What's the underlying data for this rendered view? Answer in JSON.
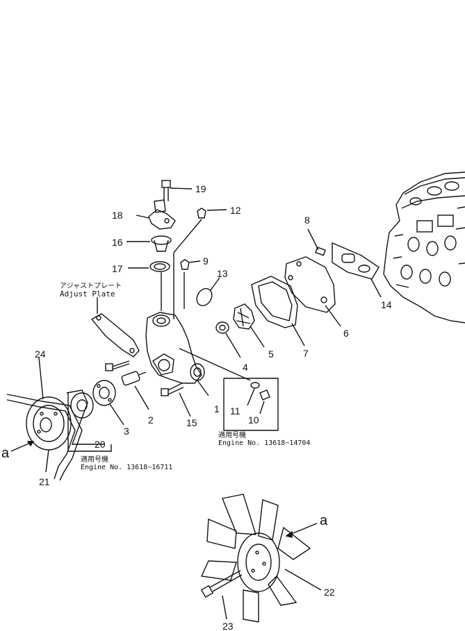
{
  "callouts": {
    "n1": "1",
    "n2": "2",
    "n3": "3",
    "n4": "4",
    "n5": "5",
    "n6": "6",
    "n7": "7",
    "n8": "8",
    "n9": "9",
    "n10": "10",
    "n11": "11",
    "n12": "12",
    "n13": "13",
    "n14": "14",
    "n15": "15",
    "n16": "16",
    "n17": "17",
    "n18": "18",
    "n19": "19",
    "n20": "20",
    "n21": "21",
    "n22": "22",
    "n23": "23",
    "n24": "24",
    "a_left": "a",
    "a_right": "a"
  },
  "notes": {
    "adjust_plate_jp": "アジャストプレート",
    "adjust_plate_en": "Adjust Plate",
    "applic_jp_1": "適用号機",
    "engine_range_1": "Engine No. 13618~16711",
    "applic_jp_2": "適用号機",
    "engine_range_2": "Engine No. 13618~14704"
  }
}
